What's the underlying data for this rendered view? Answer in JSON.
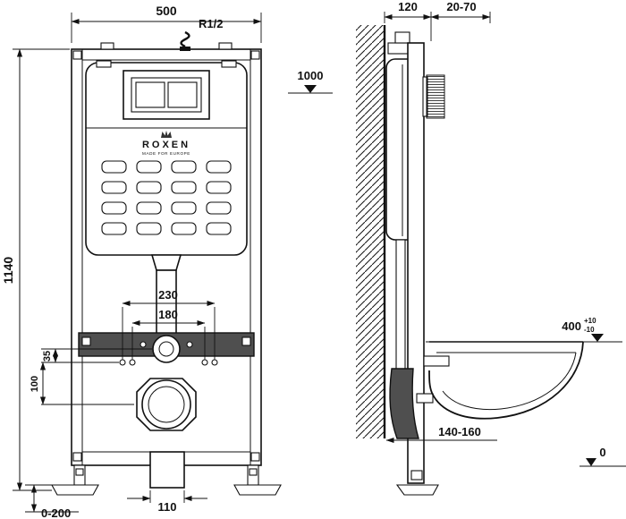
{
  "meta": {
    "title": "Wall-hung WC installation frame dimensional drawing"
  },
  "brand": {
    "name": "ROXEN",
    "tagline": "MADE FOR EUROPE"
  },
  "front": {
    "dim_width": "500",
    "dim_height": "1140",
    "inlet_thread": "R1/2",
    "dim_level_1000": "1000",
    "dim_230": "230",
    "dim_180": "180",
    "dim_100": "100",
    "dim_35": "35",
    "dim_110": "110",
    "dim_foot_range": "0-200"
  },
  "side": {
    "dim_depth": "120",
    "dim_wall_range": "20-70",
    "dim_bowl_height": "400",
    "tol_plus": "+10",
    "tol_minus": "-10",
    "dim_drain_height": "140-160",
    "dim_floor": "0"
  }
}
